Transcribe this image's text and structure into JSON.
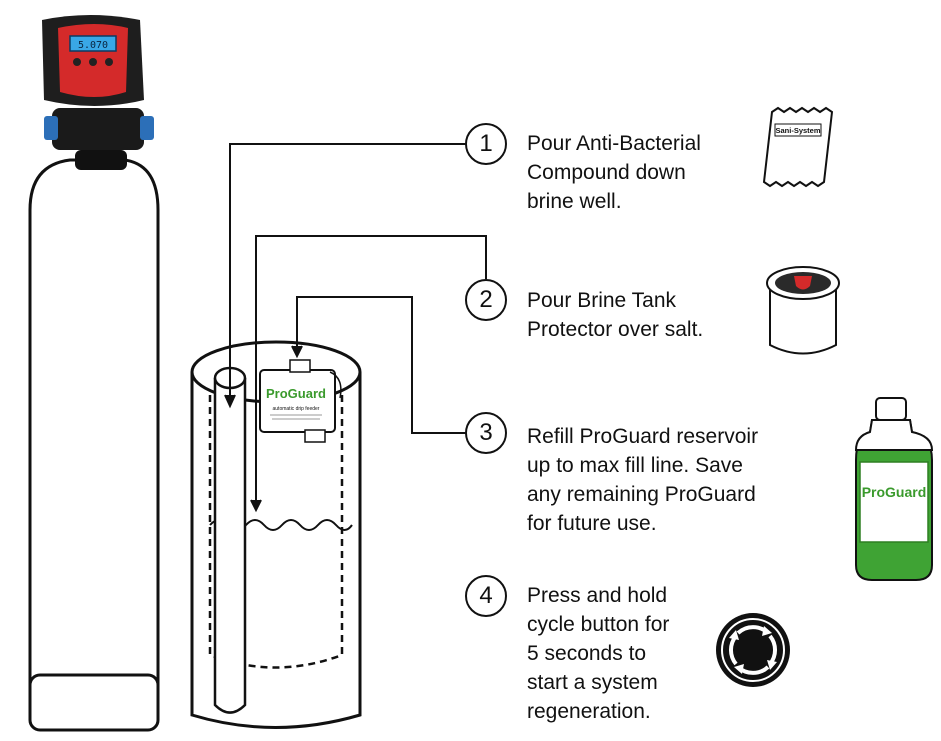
{
  "controller": {
    "display_value": "5.070"
  },
  "products": {
    "sani_system_label": "Sani-System",
    "reservoir_brand": "ProGuard",
    "reservoir_subtitle": "automatic drip feeder",
    "bottle_brand": "ProGuard"
  },
  "steps": [
    {
      "number": "1",
      "lines": [
        "Pour Anti-Bacterial",
        "Compound down",
        "brine well."
      ]
    },
    {
      "number": "2",
      "lines": [
        "Pour Brine Tank",
        "Protector over salt."
      ]
    },
    {
      "number": "3",
      "lines": [
        "Refill ProGuard reservoir",
        "up to max fill line. Save",
        "any remaining ProGuard",
        "for future use."
      ]
    },
    {
      "number": "4",
      "lines": [
        "Press and hold",
        "cycle button for",
        "5 seconds to",
        "start a system",
        "regeneration."
      ]
    }
  ],
  "colors": {
    "controller_red": "#d42a2a",
    "display_blue": "#39a7e6",
    "proguard_green": "#3a9a2c",
    "bottle_green": "#3fa334",
    "ink": "#111111"
  }
}
